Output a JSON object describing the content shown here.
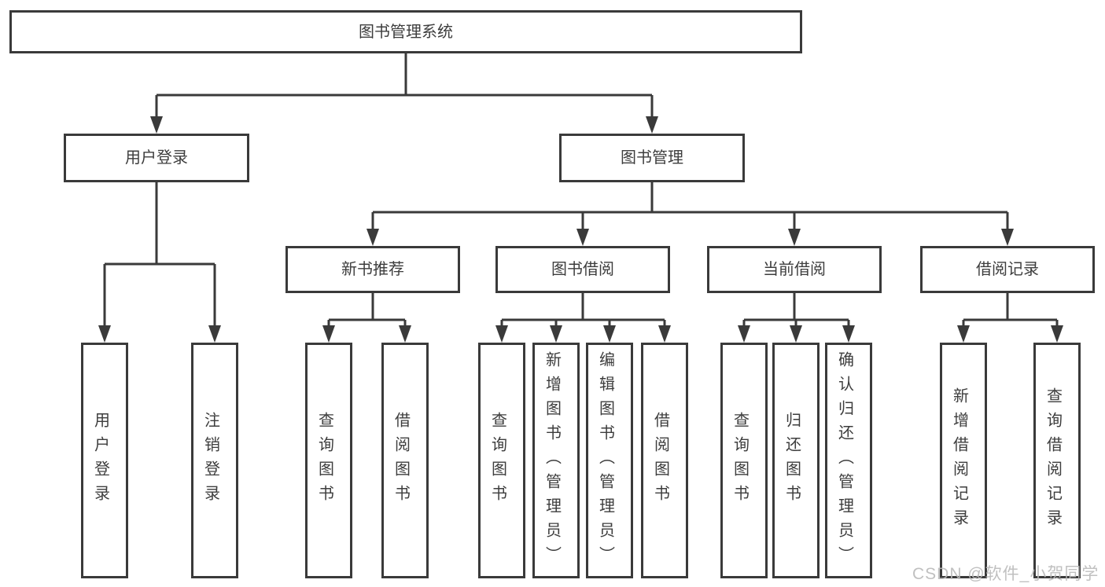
{
  "diagram": {
    "root": {
      "label": "图书管理系统"
    },
    "level2": [
      {
        "label": "用户登录"
      },
      {
        "label": "图书管理"
      }
    ],
    "level3": [
      {
        "label": "新书推荐"
      },
      {
        "label": "图书借阅"
      },
      {
        "label": "当前借阅"
      },
      {
        "label": "借阅记录"
      }
    ],
    "leaves": {
      "user_login": [
        {
          "label": "用户登录"
        },
        {
          "label": "注销登录"
        }
      ],
      "new_book": [
        {
          "label": "查询图书"
        },
        {
          "label": "借阅图书"
        }
      ],
      "book_borrow": [
        {
          "label": "查询图书"
        },
        {
          "label": "新增图书（管理员）"
        },
        {
          "label": "编辑图书（管理员）"
        },
        {
          "label": "借阅图书"
        }
      ],
      "current_borrow": [
        {
          "label": "查询图书"
        },
        {
          "label": "归还图书"
        },
        {
          "label": "确认归还（管理员）"
        }
      ],
      "borrow_records": [
        {
          "label": "新增借阅记录"
        },
        {
          "label": "查询借阅记录"
        }
      ]
    },
    "colors": {
      "line": "#3a3a3a",
      "border": "#3a3a3a",
      "text": "#3d3d3d",
      "watermark": "#b9b9b9",
      "background": "#ffffff"
    },
    "watermark": "CSDN @软件_小贺同学"
  }
}
